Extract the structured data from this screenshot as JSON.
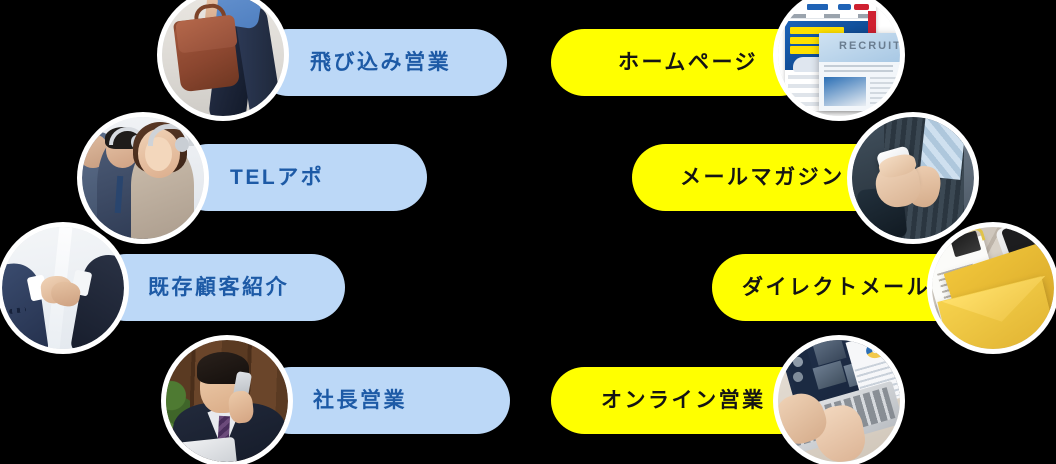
{
  "page": {
    "background_color": "#000000",
    "layout": "two-column list of labeled pills with circular photos"
  },
  "palette": {
    "blue_pill": "#bcd8f7",
    "blue_text": "#1d5aa6",
    "yellow_pill": "#ffff00",
    "yellow_text": "#141414",
    "photo_ring": "#ffffff"
  },
  "left_column": {
    "items": [
      {
        "label": "飛び込み営業",
        "style": "blue",
        "photo": "briefcase-businessman-photo"
      },
      {
        "label": "TELアポ",
        "style": "blue",
        "photo": "call-center-operators-photo"
      },
      {
        "label": "既存顧客紹介",
        "style": "blue",
        "photo": "handshake-photo"
      },
      {
        "label": "社長営業",
        "style": "blue",
        "photo": "president-on-phone-photo"
      }
    ]
  },
  "right_column": {
    "items": [
      {
        "label": "ホームページ",
        "style": "yellow",
        "photo": "website-screenshot-photo"
      },
      {
        "label": "メールマガジン",
        "style": "yellow",
        "photo": "smartphone-user-photo"
      },
      {
        "label": "ダイレクトメール",
        "style": "yellow",
        "photo": "yellow-envelopes-photo"
      },
      {
        "label": "オンライン営業",
        "style": "yellow",
        "photo": "laptop-video-call-photo"
      }
    ]
  },
  "photo_contents": {
    "website-screenshot-photo": {
      "heading": "RECRUIT"
    }
  }
}
